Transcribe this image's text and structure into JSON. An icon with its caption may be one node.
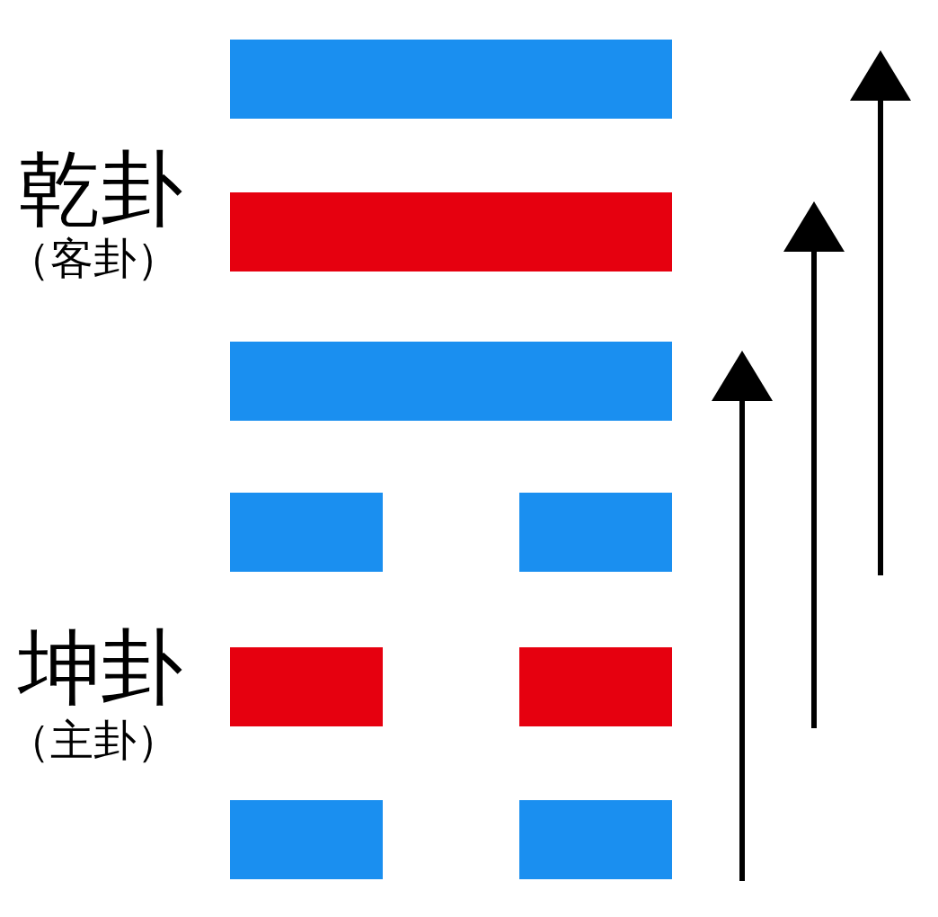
{
  "diagram": {
    "nodes": [
      {
        "text": [],
        "shape": "bar"
      },
      {
        "text": [],
        "shape": "bar"
      },
      {
        "text": [],
        "shape": "bar"
      },
      {
        "text": [],
        "shape": "bar"
      },
      {
        "text": [],
        "shape": "bar"
      },
      {
        "text": [],
        "shape": "bar"
      }
    ],
    "labels": [
      "乾卦",
      "（客卦）",
      "坤卦",
      "（主卦）"
    ]
  }
}
